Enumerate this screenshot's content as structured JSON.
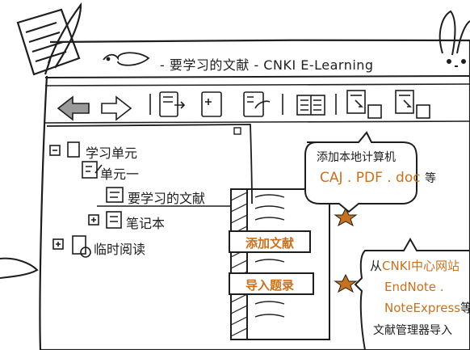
{
  "window": {
    "title": "- 要学习的文献 - CNKI E-Learning"
  },
  "toolbar": {
    "buttons": [
      {
        "name": "back-button"
      },
      {
        "name": "forward-button"
      },
      {
        "name": "add-item-button"
      },
      {
        "name": "add-note-button"
      },
      {
        "name": "open-file-button"
      },
      {
        "name": "reader-view-button"
      },
      {
        "name": "export-word-button"
      },
      {
        "name": "import-word-button"
      }
    ]
  },
  "tree": {
    "root": "学习单元",
    "unit": "单元一",
    "folder": "要学习的文献",
    "notebook": "笔记本",
    "temp": "临时阅读"
  },
  "context_menu": {
    "add_literature": "添加文献",
    "import_records": "导入题录"
  },
  "callouts": {
    "local": {
      "line1": "添加本地计算机",
      "line2_orange": "CAJ . PDF . doc",
      "line2_tail": "等"
    },
    "import": {
      "line1_prefix": "从",
      "line1_orange": "CNKI中心网站",
      "line2": "EndNote .",
      "line3_orange": "NoteExpress",
      "line3_tail": "等",
      "line4": "文献管理器导入"
    }
  },
  "colors": {
    "accent": "#c8711d",
    "ink": "#1e1e1e"
  }
}
